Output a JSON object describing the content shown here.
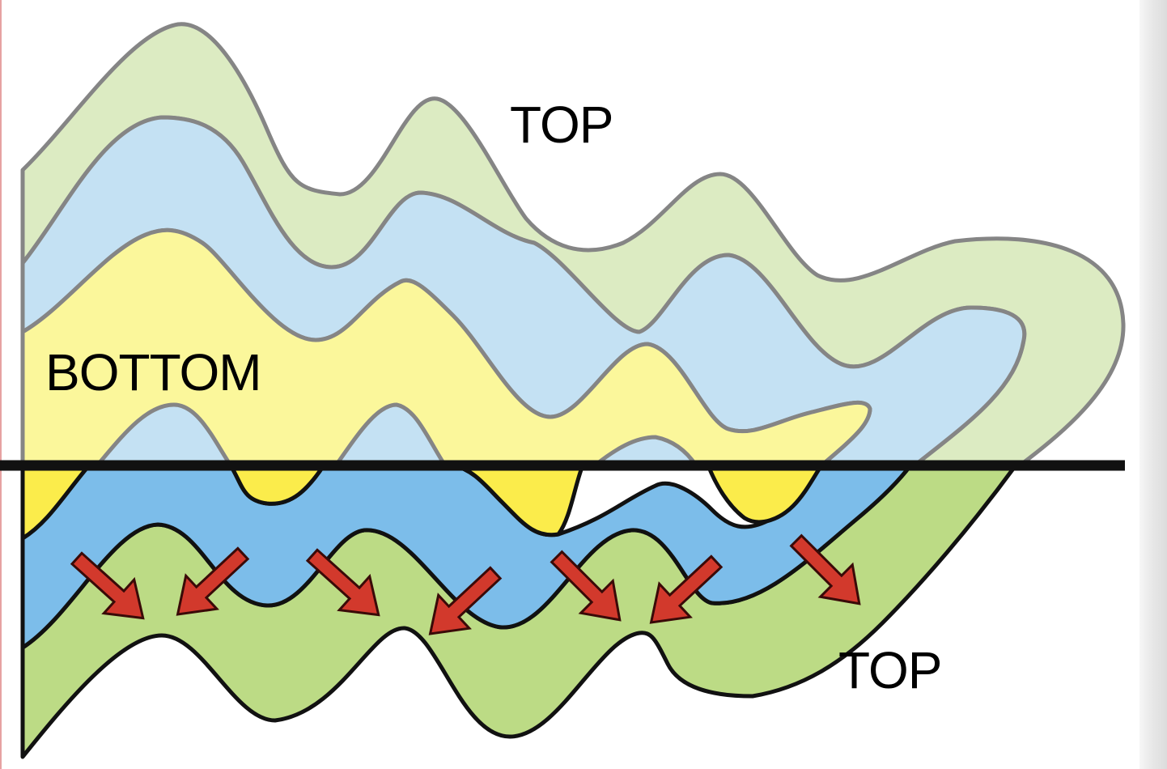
{
  "labels": {
    "top_upper": "TOP",
    "bottom": "BOTTOM",
    "top_lower": "TOP"
  },
  "colors": {
    "light_green": "#dcebc2",
    "light_blue": "#c4e1f3",
    "light_yellow": "#fbf79b",
    "green": "#bcdb85",
    "blue": "#7cbdea",
    "yellow": "#fbec4b",
    "gray_outline": "#858585",
    "black_outline": "#111111",
    "arrow_fill": "#d2392c"
  },
  "icons": {
    "arrows": "red-arrow-icon"
  }
}
